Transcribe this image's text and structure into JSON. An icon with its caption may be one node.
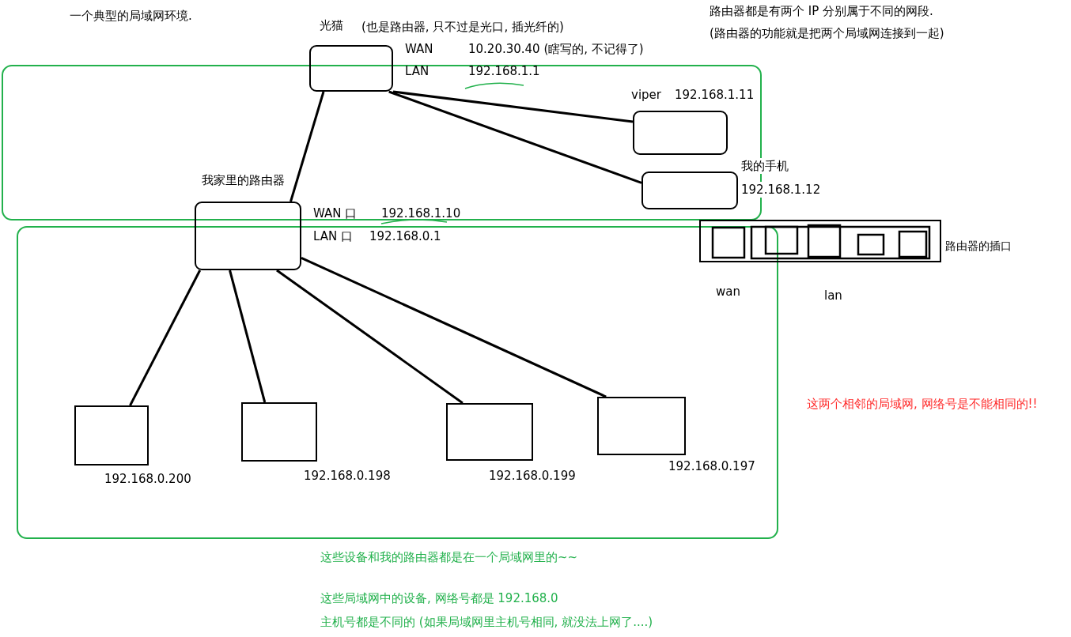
{
  "diagram": {
    "nodes": [
      {
        "text": [
          "光猫"
        ],
        "beside": [
          "(也是路由器, 只不过是光口, 插光纤的)",
          "WAN",
          "10.20.30.40 (瞎写的, 不记得了)",
          "LAN",
          "192.168.1.1"
        ]
      },
      {
        "text": [
          "viper",
          "192.168.1.11"
        ]
      },
      {
        "text": [
          "我的手机",
          "192.168.1.12"
        ]
      },
      {
        "text": [
          "我家里的路由器"
        ],
        "beside": [
          "WAN 口",
          "192.168.1.10",
          "LAN 口",
          "192.168.0.1"
        ]
      },
      {
        "text": [
          "192.168.0.200"
        ]
      },
      {
        "text": [
          "192.168.0.198"
        ]
      },
      {
        "text": [
          "192.168.0.199"
        ]
      },
      {
        "text": [
          "192.168.0.197"
        ]
      },
      {
        "text": [
          "路由器的插口"
        ],
        "beside": [
          "wan",
          "lan"
        ]
      }
    ],
    "edges": [
      {
        "from": 0,
        "to": 3,
        "arrow": "none"
      },
      {
        "from": 0,
        "to": 1,
        "arrow": "none"
      },
      {
        "from": 0,
        "to": 2,
        "arrow": "none"
      },
      {
        "from": 3,
        "to": 4,
        "arrow": "none"
      },
      {
        "from": 3,
        "to": 5,
        "arrow": "none"
      },
      {
        "from": 3,
        "to": 6,
        "arrow": "none"
      },
      {
        "from": 3,
        "to": 7,
        "arrow": "none"
      }
    ],
    "labels": [
      "一个典型的局域网环境.",
      "路由器都是有两个 IP 分别属于不同的网段.",
      "(路由器的功能就是把两个局域网连接到一起)",
      "这两个相邻的局域网, 网络号是不能相同的!!",
      "这些设备和我的路由器都是在一个局域网里的~~",
      "这些局域网中的设备, 网络号都是 192.168.0",
      "主机号都是不同的  (如果局域网里主机号相同, 就没法上网了....)"
    ]
  }
}
